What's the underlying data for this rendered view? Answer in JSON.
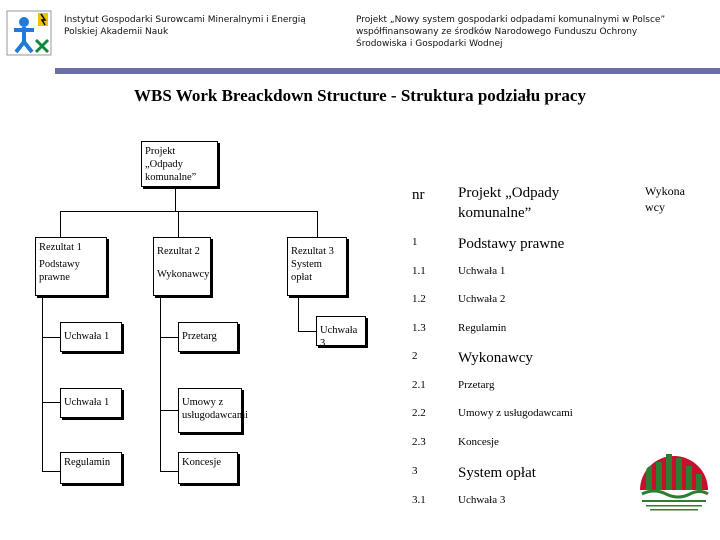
{
  "header": {
    "institute_line1": "Instytut Gospodarki Surowcami Mineralnymi i Energią",
    "institute_line2": "Polskiej Akademii Nauk",
    "project_line1": "Projekt „Nowy system gospodarki odpadami komunalnymi w Polsce”",
    "project_line2": "współfinansowany ze środków Narodowego Funduszu Ochrony",
    "project_line3": "Środowiska i Gospodarki Wodnej"
  },
  "slide_title": "WBS Work Breackdown Structure - Struktura podziału pracy",
  "diagram": {
    "root": [
      "Projekt „Odpady",
      "komunalne”"
    ],
    "r1": [
      "Rezultat 1",
      "Podstawy prawne"
    ],
    "r2": [
      "Rezultat 2",
      "Wykonawcy"
    ],
    "r3": [
      "Rezultat 3",
      "System opłat"
    ],
    "c1a": "Uchwała 1",
    "c1b": "Uchwała 1",
    "c1c": "Regulamin",
    "c2a": "Przetarg",
    "c2b": [
      "Umowy z",
      "usługodawcami"
    ],
    "c2c": "Koncesje",
    "c3a": "Uchwała 3"
  },
  "table": {
    "header_nr": "nr",
    "header_desc": [
      "Projekt „Odpady",
      "komunalne”"
    ],
    "header_extra": [
      "Wykona",
      "wcy"
    ],
    "rows": [
      {
        "nr": "1",
        "desc": "Podstawy prawne"
      },
      {
        "nr": "1.1",
        "desc": "Uchwała 1"
      },
      {
        "nr": "1.2",
        "desc": "Uchwała 2"
      },
      {
        "nr": "1.3",
        "desc": "Regulamin"
      },
      {
        "nr": "2",
        "desc": "Wykonawcy"
      },
      {
        "nr": "2.1",
        "desc": "Przetarg"
      },
      {
        "nr": "2.2",
        "desc": "Umowy z usługodawcami"
      },
      {
        "nr": "2.3",
        "desc": "Koncesje"
      },
      {
        "nr": "3",
        "desc": "System opłat"
      },
      {
        "nr": "3.1",
        "desc": "Uchwała 3"
      }
    ]
  },
  "colors": {
    "header_bar": "#6b6fa8",
    "fund_logo": "#c8102e",
    "fund_logo_green": "#2e7d32"
  }
}
